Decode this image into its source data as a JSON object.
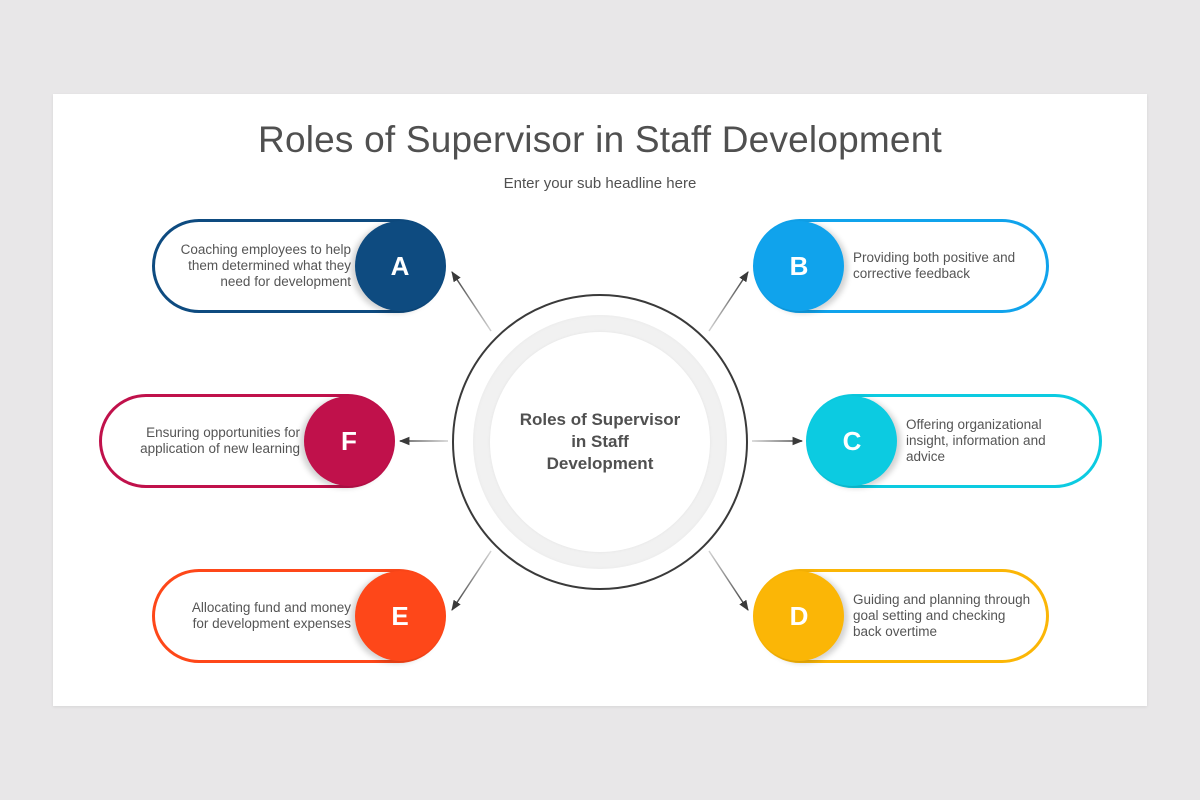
{
  "slide": {
    "title": "Roles of Supervisor in Staff Development",
    "subtitle": "Enter your sub headline here",
    "center": {
      "text": "Roles of Supervisor\nin Staff\nDevelopment"
    },
    "items": [
      {
        "letter": "A",
        "text": "Coaching employees to help\nthem determined what they\nneed for development",
        "color": "#0e4b80",
        "side": "left",
        "position": "top"
      },
      {
        "letter": "B",
        "text": "Providing both positive and\ncorrective feedback",
        "color": "#10a3ec",
        "side": "right",
        "position": "top"
      },
      {
        "letter": "C",
        "text": "Offering organizational\ninsight, information and\nadvice",
        "color": "#0ccbe1",
        "side": "right",
        "position": "middle"
      },
      {
        "letter": "D",
        "text": "Guiding and planning through\ngoal setting and checking\nback overtime",
        "color": "#fbb606",
        "side": "right",
        "position": "bottom"
      },
      {
        "letter": "E",
        "text": "Allocating fund and money\nfor development expenses",
        "color": "#fe4719",
        "side": "left",
        "position": "bottom"
      },
      {
        "letter": "F",
        "text": "Ensuring opportunities for\napplication of new learning",
        "color": "#c0114b",
        "side": "left",
        "position": "middle"
      }
    ],
    "colors": {
      "background": "#e8e7e8",
      "slide": "#ffffff",
      "text": "#505050",
      "arrow": "#3a3a3a"
    }
  }
}
